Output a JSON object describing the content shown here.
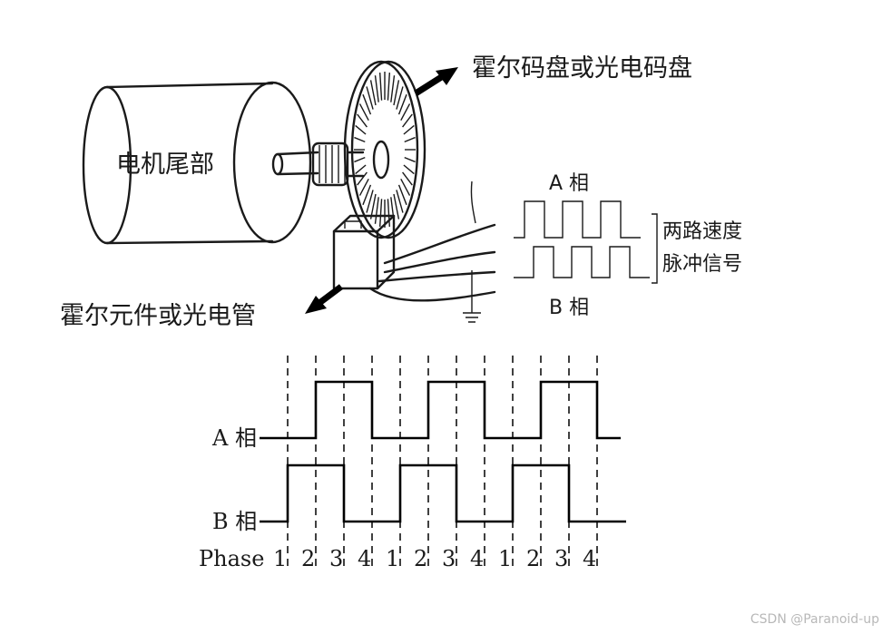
{
  "labels": {
    "disk": "霍尔码盘或光电码盘",
    "motor": "电机尾部",
    "sensor": "霍尔元件或光电管",
    "signal_line1": "两路速度",
    "signal_line2": "脉冲信号",
    "phase_a_top": "A 相",
    "phase_b_top": "B 相",
    "phase_a": "A 相",
    "phase_b": "B 相",
    "phase_title": "Phase"
  },
  "phase_numbers": [
    "1",
    "2",
    "3",
    "4",
    "1",
    "2",
    "3",
    "4",
    "1",
    "2",
    "3",
    "4"
  ],
  "watermark": "CSDN @Paranoid-up"
}
